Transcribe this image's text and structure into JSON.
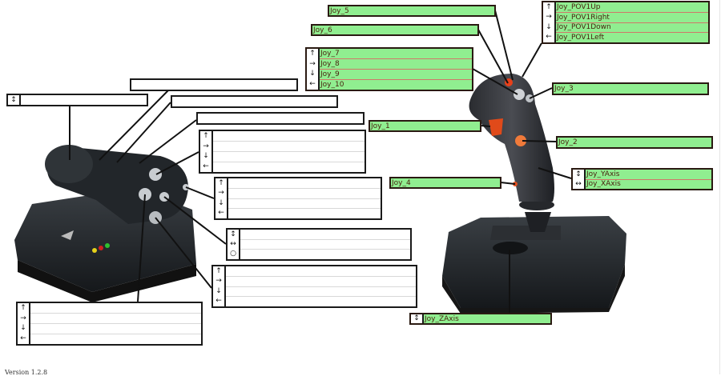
{
  "version_label": "Version 1.2.8",
  "colors": {
    "mapped_fill": "#90ee90",
    "mapped_border": "#2a1a12",
    "mapped_text": "#4a2410",
    "row_divider": "#d0786a",
    "unmapped_border": "#1a1a1a"
  },
  "icons": {
    "up": "↑",
    "right": "→",
    "down": "↓",
    "left": "←",
    "vertical_axis": "↕",
    "horizontal_axis": "↔",
    "circle": "○"
  },
  "left_device": {
    "name": "throttle",
    "boxes": [
      {
        "id": "throttle-axis",
        "icons": [
          "↕"
        ],
        "labels": [
          ""
        ]
      },
      {
        "id": "top-left-1",
        "icons": [],
        "labels": [
          ""
        ]
      },
      {
        "id": "top-left-2",
        "icons": [],
        "labels": [
          ""
        ]
      },
      {
        "id": "top-left-3",
        "icons": [],
        "labels": [
          ""
        ]
      },
      {
        "id": "hat-1",
        "icons": [
          "↑",
          "→",
          "↓",
          "←"
        ],
        "labels": [
          "",
          "",
          "",
          ""
        ]
      },
      {
        "id": "hat-2",
        "icons": [
          "↑",
          "→",
          "↓",
          "←"
        ],
        "labels": [
          "",
          "",
          "",
          ""
        ]
      },
      {
        "id": "mini-stick",
        "icons": [
          "↕",
          "↔",
          "○"
        ],
        "labels": [
          "",
          "",
          ""
        ]
      },
      {
        "id": "hat-3",
        "icons": [
          "↑",
          "→",
          "↓",
          "←"
        ],
        "labels": [
          "",
          "",
          "",
          ""
        ]
      },
      {
        "id": "hat-4",
        "icons": [
          "↑",
          "→",
          "↓",
          "←"
        ],
        "labels": [
          "",
          "",
          "",
          ""
        ]
      }
    ]
  },
  "right_device": {
    "name": "joystick",
    "joy5": "Joy_5",
    "joy6": "Joy_6",
    "hat": {
      "icons": [
        "↑",
        "→",
        "↓",
        "←"
      ],
      "labels": [
        "Joy_7",
        "Joy_8",
        "Joy_9",
        "Joy_10"
      ]
    },
    "pov": {
      "icons": [
        "↑",
        "→",
        "↓",
        "←"
      ],
      "labels": [
        "Joy_POV1Up",
        "Joy_POV1Right",
        "Joy_POV1Down",
        "Joy_POV1Left"
      ]
    },
    "joy3": "Joy_3",
    "joy1": "Joy_1",
    "joy2": "Joy_2",
    "joy4": "Joy_4",
    "axes": {
      "icons": [
        "↕",
        "↔"
      ],
      "labels": [
        "Joy_YAxis",
        "Joy_XAxis"
      ]
    },
    "zaxis": {
      "icons": [
        "↕"
      ],
      "labels": [
        "Joy_ZAxis"
      ]
    }
  }
}
